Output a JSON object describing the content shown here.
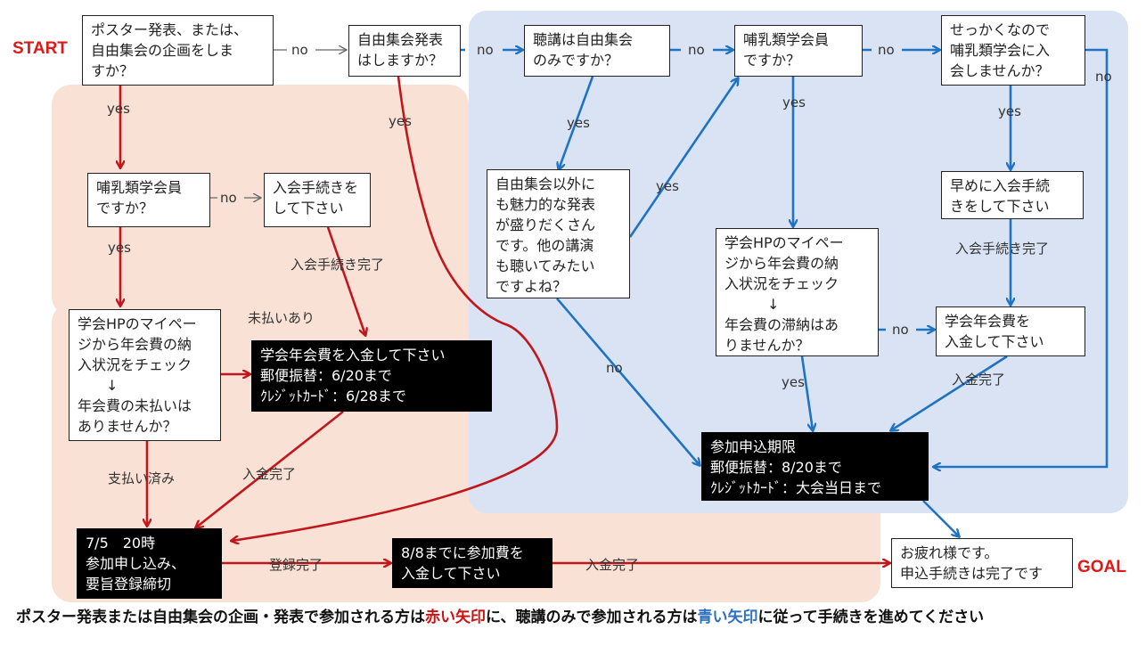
{
  "start_tag": "START",
  "goal_tag": "GOAL",
  "boxes": {
    "q_poster": "ポスター発表、または、\n自由集会の企画をしま\nすか？",
    "q_free_present": "自由集会発表\nはしますか？",
    "q_listen_only": "聴講は自由集会\nのみですか？",
    "q_member_blue": "哺乳類学会員\nですか？",
    "q_join_invite": "せっかくなので\n哺乳類学会に入\n会しませんか？",
    "q_member_red": "哺乳類学会員\nですか？",
    "join_red": "入会手続きを\nして下さい",
    "other_talks": "自由集会以外に\nも魅力的な発表\nが盛りだくさん\nです。他の講演\nも聴いてみたい\nですよね？",
    "join_early": "早めに入会手続\nきをして下さい",
    "check_blue": "学会HPのマイペー\nジから年会費の納\n入状況をチェック\n　　　↓\n年会費の滞納はあ\nりませんか？",
    "pay_fee_blue": "学会年会費を\n入金して下さい",
    "check_red": "学会HPのマイペー\nジから年会費の納\n入状況をチェック\n　　↓\n年会費の未払いは\nありませんか？",
    "pay_fee_red": "学会年会費を入金して下さい\n郵便振替：6/20まで\nｸﾚｼﾞｯﾄｶｰﾄﾞ：6/28まで",
    "deadline_blue": "参加申込期限\n郵便振替：8/20まで\nｸﾚｼﾞｯﾄｶｰﾄﾞ：大会当日まで",
    "deadline_red": "7/5　20時\n参加申し込み、\n要旨登録締切",
    "pay_participation": "8/8までに参加費を\n入金して下さい",
    "goal": "お疲れ様です。\n申込手続きは完了です"
  },
  "labels": {
    "no1": "no",
    "no2": "no",
    "no3": "no",
    "no4": "no",
    "no5": "no",
    "no_red_member": "no",
    "no_other": "no",
    "no_check_blue": "no",
    "yes1": "yes",
    "yes_free": "yes",
    "yes_listen": "yes",
    "yes_other": "yes",
    "yes_member_blue": "yes",
    "yes_join": "yes",
    "yes_member_red": "yes",
    "yes_check_blue": "yes",
    "join_done_red": "入会手続き完了",
    "join_done_blue": "入会手続き完了",
    "unpaid": "未払いあり",
    "paid_already": "支払い済み",
    "paid_red": "入金完了",
    "paid_blue": "入金完了",
    "registered": "登録完了",
    "paid_final": "入金完了"
  },
  "footer": {
    "part1": "ポスター発表または自由集会の企画・発表で参加される方は",
    "red_text": "赤い矢印",
    "part2": "に、聴講のみで参加される方は",
    "blue_text": "青い矢印",
    "part3": "に従って手続きを進めてください"
  },
  "colors": {
    "red_arrow": "#c0171c",
    "blue_arrow": "#1f73c2",
    "gray_arrow": "#666666",
    "red_region": "#f9e1d5",
    "blue_region": "#d9e3f4"
  }
}
